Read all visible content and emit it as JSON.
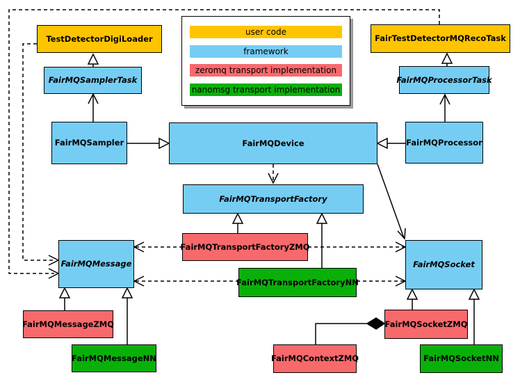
{
  "colors": {
    "user_code": "#FFC400",
    "framework": "#76CDF3",
    "zeromq": "#F8696C",
    "nanomsg": "#0AB00A",
    "line": "#000000",
    "legend_shadow": "#9A9A9A"
  },
  "legend": {
    "items": [
      {
        "label": "user code",
        "category": "user_code"
      },
      {
        "label": "framework",
        "category": "framework"
      },
      {
        "label": "zeromq transport implementation",
        "category": "zeromq"
      },
      {
        "label": "nanomsg transport implementation",
        "category": "nanomsg"
      }
    ]
  },
  "nodes": {
    "test_detector_digi_loader": {
      "label": "TestDetectorDigiLoader",
      "category": "user_code",
      "abstract": false
    },
    "fair_test_detector_mq_reco_task": {
      "label": "FairTestDetectorMQRecoTask",
      "category": "user_code",
      "abstract": false
    },
    "fairmq_sampler_task": {
      "label": "FairMQSamplerTask",
      "category": "framework",
      "abstract": true
    },
    "fairmq_processor_task": {
      "label": "FairMQProcessorTask",
      "category": "framework",
      "abstract": true
    },
    "fairmq_sampler": {
      "label": "FairMQSampler",
      "category": "framework",
      "abstract": false
    },
    "fairmq_device": {
      "label": "FairMQDevice",
      "category": "framework",
      "abstract": false
    },
    "fairmq_processor": {
      "label": "FairMQProcessor",
      "category": "framework",
      "abstract": false
    },
    "fairmq_transport_factory": {
      "label": "FairMQTransportFactory",
      "category": "framework",
      "abstract": true
    },
    "fairmq_transport_factory_zmq": {
      "label": "FairMQTransportFactoryZMQ",
      "category": "zeromq",
      "abstract": false
    },
    "fairmq_transport_factory_nn": {
      "label": "FairMQTransportFactoryNN",
      "category": "nanomsg",
      "abstract": false
    },
    "fairmq_message": {
      "label": "FairMQMessage",
      "category": "framework",
      "abstract": true
    },
    "fairmq_socket": {
      "label": "FairMQSocket",
      "category": "framework",
      "abstract": true
    },
    "fairmq_message_zmq": {
      "label": "FairMQMessageZMQ",
      "category": "zeromq",
      "abstract": false
    },
    "fairmq_message_nn": {
      "label": "FairMQMessageNN",
      "category": "nanomsg",
      "abstract": false
    },
    "fairmq_socket_zmq": {
      "label": "FairMQSocketZMQ",
      "category": "zeromq",
      "abstract": false
    },
    "fairmq_context_zmq": {
      "label": "FairMQContextZMQ",
      "category": "zeromq",
      "abstract": false
    },
    "fairmq_socket_nn": {
      "label": "FairMQSocketNN",
      "category": "nanomsg",
      "abstract": false
    }
  },
  "edges": [
    {
      "from": "fairmq_sampler",
      "to": "fairmq_device",
      "type": "generalization"
    },
    {
      "from": "fairmq_processor",
      "to": "fairmq_device",
      "type": "generalization"
    },
    {
      "from": "fairmq_sampler_task",
      "to": "test_detector_digi_loader",
      "type": "generalization"
    },
    {
      "from": "fairmq_processor_task",
      "to": "fair_test_detector_mq_reco_task",
      "type": "generalization"
    },
    {
      "from": "fairmq_transport_factory_zmq",
      "to": "fairmq_transport_factory",
      "type": "generalization"
    },
    {
      "from": "fairmq_transport_factory_nn",
      "to": "fairmq_transport_factory",
      "type": "generalization"
    },
    {
      "from": "fairmq_message_zmq",
      "to": "fairmq_message",
      "type": "generalization"
    },
    {
      "from": "fairmq_message_nn",
      "to": "fairmq_message",
      "type": "generalization"
    },
    {
      "from": "fairmq_socket_zmq",
      "to": "fairmq_socket",
      "type": "generalization"
    },
    {
      "from": "fairmq_socket_nn",
      "to": "fairmq_socket",
      "type": "generalization"
    },
    {
      "from": "fairmq_sampler",
      "to": "fairmq_sampler_task",
      "type": "association"
    },
    {
      "from": "fairmq_processor",
      "to": "fairmq_processor_task",
      "type": "association"
    },
    {
      "from": "fairmq_device",
      "to": "fairmq_socket",
      "type": "association"
    },
    {
      "from": "fairmq_device",
      "to": "fairmq_transport_factory",
      "type": "dependency"
    },
    {
      "from": "test_detector_digi_loader",
      "to": "fairmq_message",
      "type": "dependency"
    },
    {
      "from": "fair_test_detector_mq_reco_task",
      "to": "fairmq_message",
      "type": "dependency"
    },
    {
      "from": "fairmq_transport_factory_zmq",
      "to": "fairmq_message",
      "type": "dependency"
    },
    {
      "from": "fairmq_transport_factory_zmq",
      "to": "fairmq_socket",
      "type": "dependency"
    },
    {
      "from": "fairmq_transport_factory_nn",
      "to": "fairmq_message",
      "type": "dependency"
    },
    {
      "from": "fairmq_transport_factory_nn",
      "to": "fairmq_socket",
      "type": "dependency"
    },
    {
      "from": "fairmq_context_zmq",
      "to": "fairmq_socket_zmq",
      "type": "composition"
    }
  ]
}
